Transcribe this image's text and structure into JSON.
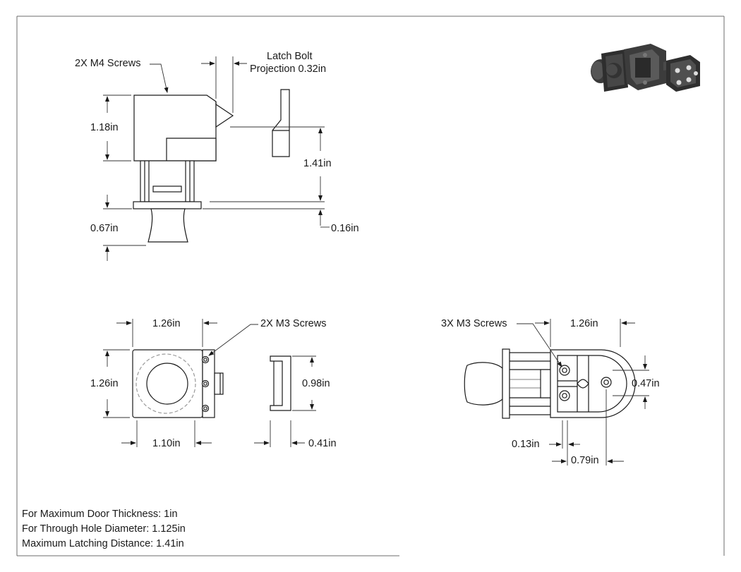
{
  "drawing": {
    "side_view": {
      "screws_label": "2X M4 Screws",
      "latch_label_line1": "Latch Bolt",
      "latch_label_line2": "Projection 0.32in",
      "height_dim": "1.18in",
      "latch_height_dim": "1.41in",
      "knob_dim": "0.67in",
      "flange_dim": "0.16in"
    },
    "front_view": {
      "width_dim": "1.26in",
      "screws_label": "2X M3 Screws",
      "height_dim": "1.26in",
      "bottom_dim": "1.10in"
    },
    "strike_front_view": {
      "height_dim": "0.98in",
      "depth_dim": "0.41in"
    },
    "top_view": {
      "screws_label": "3X M3 Screws",
      "width_dim": "1.26in",
      "hole_spacing_dim": "0.47in",
      "hole_dia_dim": "0.13in",
      "offset_dim": "0.79in"
    }
  },
  "notes": [
    "For Maximum Door Thickness: 1in",
    "For Through Hole Diameter: 1.125in",
    "Maximum Latching Distance: 1.41in"
  ],
  "colors": {
    "line": "#1a1a1a",
    "dim_line": "#333333",
    "hidden": "#9a9a9a",
    "part_dark": "#3a3a3a"
  }
}
